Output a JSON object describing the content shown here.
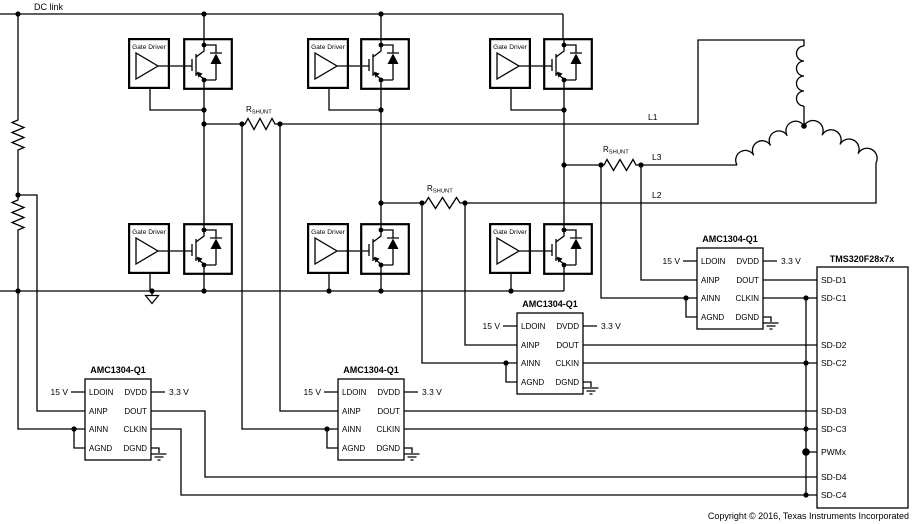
{
  "diagram": {
    "dc_link_label": "DC link",
    "gate_driver": {
      "label": "Gate Driver"
    },
    "shunt": {
      "base": "R",
      "sub": "SHUNT"
    },
    "phases": {
      "l1": "L1",
      "l2": "L2",
      "l3": "L3"
    },
    "supplies": {
      "hv": "15 V",
      "lv": "3.3 V"
    },
    "amc": {
      "title": "AMC1304-Q1",
      "left_pins": [
        "LDOIN",
        "AINP",
        "AINN",
        "AGND"
      ],
      "right_pins": [
        "DVDD",
        "DOUT",
        "CLKIN",
        "DGND"
      ]
    },
    "mcu": {
      "title": "TMS320F28x7x",
      "pins": [
        "SD-D1",
        "SD-C1",
        "SD-D2",
        "SD-C2",
        "SD-D3",
        "SD-C3",
        "PWMx",
        "SD-D4",
        "SD-C4"
      ]
    },
    "footer": {
      "copyright": "Copyright © 2016, Texas Instruments Incorporated"
    }
  }
}
